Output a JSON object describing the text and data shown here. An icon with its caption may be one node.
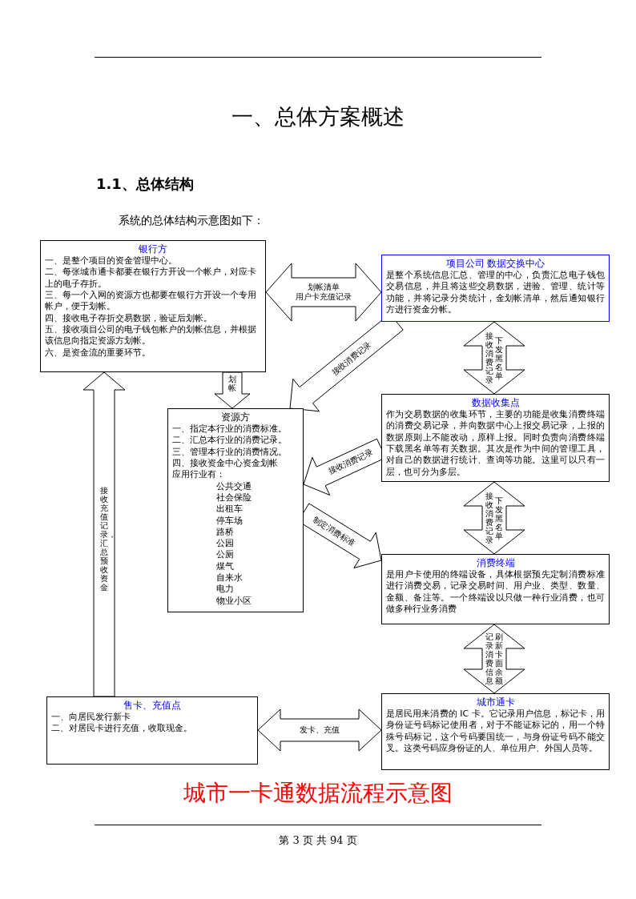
{
  "diagram": {
    "caption": "城市一卡通数据流程示意图",
    "nodes": [
      {
        "text": [
          "银行方",
          "一、是整个项目的资金管理中心。",
          "二、每张城市通卡都要在银行方开设一个帐户，对应卡上的电子存折。",
          "三、每一个入网的资源方也都要在银行方开设一个专用帐户，便于划帐。",
          "四、接收电子存折交易数据，验证后划帐。",
          "五、接收项目公司的电子钱包帐户的划帐信息，并根据该信息向指定资源方划帐。",
          "六、是资金流的重要环节。"
        ]
      },
      {
        "text": [
          "项目公司 数据交换中心",
          "是整个系统信息汇总、管理的中心，负责汇总电子钱包交易信息，并且将这些交易数据，进验、管理、统计等功能，并将记录分类统计，金划帐清单，然后通知银行方进行资金分帐。"
        ]
      },
      {
        "text": [
          "资源方",
          "一、指定本行业的消费标准。",
          "二、汇总本行业的消费记录。",
          "三、管理本行业的消费情况。",
          "四、接收资金中心资金划帐",
          "应用行业有：",
          "公共交通",
          "社会保险",
          "出租车",
          "停车场",
          "路桥",
          "公园",
          "公厕",
          "煤气",
          "自来水",
          "电力",
          "物业小区"
        ]
      },
      {
        "text": [
          "数据收集点",
          "作为交易数据的收集环节，主要的功能是收集消费终端的消费交易记录，并向数据中心上报交易记录，上报的数据原则上不能改动，原样上报。同时负责向消费终端下载黑名单等有关数据。其次是作为中间的管理工具，对自己的数据进行统计、查询等功能。这里可以只有一层，也可分为多层。"
        ]
      },
      {
        "text": [
          "消费终端",
          "是用户卡使用的终端设备，具体根据预先定制消费标准进行消费交易，记录交易时间、用户业、类型、数量、金额、备注等。一个终端设以只做一种行业消费，也可做多种行业务消费"
        ]
      },
      {
        "text": [
          "售卡、充值点",
          "一、向居民发行新卡",
          "二、对居民卡进行充值，收取现金。"
        ]
      },
      {
        "text": [
          "城市通卡",
          "是居民用来消费的 IC 卡。它记录用户信息，标记卡，用身份证号码标记使用者，对于不能证标记的，用一个特殊号码标记，这个号码要国统一，与身份证号码不能交叉。这类号码应身份证的人、单位用户、外国人员等。"
        ]
      }
    ],
    "edges": [
      {
        "from": 0,
        "to": 1,
        "arrow": "both",
        "label": "划帐清单"
      },
      {
        "from": 0,
        "to": 1,
        "arrow": "both",
        "label": "用户卡充值记录"
      },
      {
        "from": 1,
        "to": 2,
        "arrow": "to",
        "label": "接收消费记录"
      },
      {
        "from": 0,
        "to": 2,
        "arrow": "to",
        "label": "划帐"
      },
      {
        "from": 3,
        "to": 2,
        "arrow": "to",
        "label": "接收消费记录"
      },
      {
        "from": 2,
        "to": 4,
        "arrow": "to",
        "label": "制定消费标准"
      },
      {
        "from": 3,
        "to": 1,
        "arrow": "both",
        "label": "接收消费记录"
      },
      {
        "from": 1,
        "to": 3,
        "arrow": "both",
        "label": "下发黑名单"
      },
      {
        "from": 4,
        "to": 3,
        "arrow": "both",
        "label": "接收消费记录"
      },
      {
        "from": 3,
        "to": 4,
        "arrow": "both",
        "label": "下发黑名单"
      },
      {
        "from": 6,
        "to": 4,
        "arrow": "both",
        "label": "记录消费信息"
      },
      {
        "from": 4,
        "to": 6,
        "arrow": "both",
        "label": "刷新卡面余额"
      },
      {
        "from": 5,
        "to": 0,
        "arrow": "to",
        "label": "接收充值记录，汇总预收资金"
      },
      {
        "from": 5,
        "to": 6,
        "arrow": "both",
        "label": "发卡、充值"
      }
    ],
    "labels": [
      "一、总体方案概述",
      "1.1、总体结构",
      "系统的总体结构示意图如下：",
      "第 3 页 共 94 页"
    ]
  }
}
